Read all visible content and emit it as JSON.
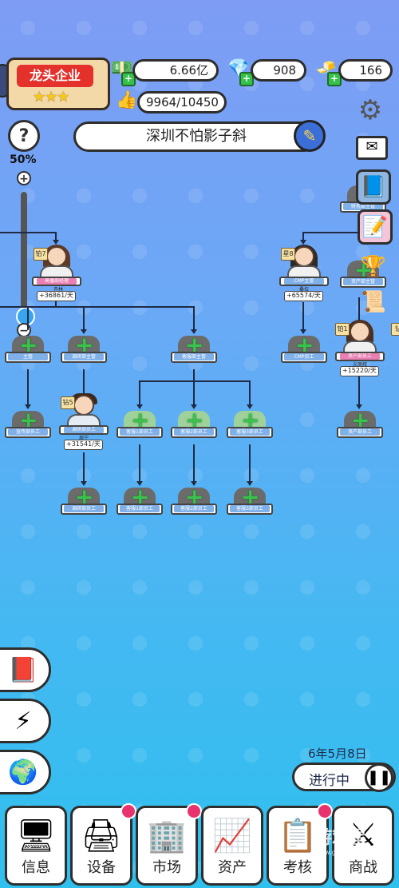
{
  "company": {
    "rank_title": "龙头企业",
    "stars": "★★★"
  },
  "resources": {
    "money": "6.66亿",
    "diamonds": "908",
    "gold": "166",
    "approval": "9964/10450"
  },
  "company_name": "深圳不怕影子斜",
  "zoom": {
    "percent": "50%",
    "plus": "+",
    "minus": "−"
  },
  "help_icon": "?",
  "org": {
    "nodes": {
      "n1_label": "高播部经理",
      "n1_name": "杏林",
      "n1_income": "+36861/天",
      "n1_tag": "铂7",
      "n2_label": "CMP主管",
      "n2_name": "桑拉",
      "n2_income": "+65574/天",
      "n2_tag": "星8",
      "n3_label": "调研部员工",
      "n3_name": "周宁",
      "n3_income": "+31541/天",
      "n3_tag": "钻5",
      "n4_label": "资产部员工",
      "n4_name": "义丽叔",
      "n4_income": "+15220/天",
      "n4_tag": "铂1",
      "side_tag": "钻",
      "ls_label": "财务部主管",
      "empty_a": "主管",
      "empty_b": "调研部主管",
      "empty_c": "客服部主管",
      "empty_d": "CMP员工",
      "empty_e": "宣传部员工",
      "empty_f": "客服1部员工",
      "empty_g": "客服2部员工",
      "empty_h": "客服3部员工",
      "empty_i": "资产部员工",
      "empty_j": "调研部员工",
      "empty_k": "客服1部员工",
      "empty_l": "客服2部员工",
      "empty_m": "客服3部员工",
      "asset_mgr": "资产部主管"
    }
  },
  "status": {
    "date": "6年5月8日",
    "running": "进行中",
    "pause": "❚❚"
  },
  "tabs": [
    {
      "label": "信息",
      "icon": "🖥"
    },
    {
      "label": "设备",
      "icon": "🖨"
    },
    {
      "label": "市场",
      "icon": "🏢"
    },
    {
      "label": "资产",
      "icon": "📈"
    },
    {
      "label": "考核",
      "icon": "📋"
    },
    {
      "label": "商战",
      "icon": "⚔"
    }
  ],
  "watermark": {
    "main": "游戏星",
    "sub": "www.gamexing.com"
  },
  "colors": {
    "accent": "#e5312c",
    "plus_green": "#36c24a",
    "line": "#1f2a44"
  }
}
